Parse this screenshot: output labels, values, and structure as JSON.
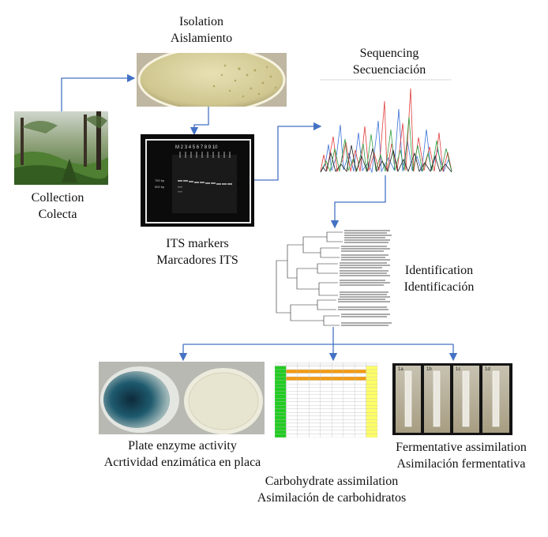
{
  "steps": {
    "isolation": {
      "en": "Isolation",
      "es": "Aislamiento"
    },
    "sequencing": {
      "en": "Sequencing",
      "es": "Secuenciación"
    },
    "collection": {
      "en": "Collection",
      "es": "Colecta"
    },
    "its": {
      "en": "ITS markers",
      "es": "Marcadores ITS"
    },
    "identification": {
      "en": "Identification",
      "es": "Identificación"
    },
    "plate": {
      "en": "Plate enzyme activity",
      "es": "Acrtividad enzimática en placa"
    },
    "fermentative": {
      "en": "Fermentative assimilation",
      "es": "Asimilación fermentativa"
    },
    "carbohydrate": {
      "en": "Carbohydrate assimilation",
      "es": "Asimilación de carbohidratos"
    }
  },
  "gel_lanes": [
    "M",
    "2",
    "3",
    "4",
    "5",
    "6",
    "7",
    "8",
    "9",
    "10"
  ],
  "gel_markers": [
    "750 bp",
    "500 bp"
  ],
  "tube_labels": [
    "1a",
    "1b",
    "1c",
    "1d"
  ],
  "colors": {
    "arrow": "#4472C4",
    "table_green": "#22cc22",
    "table_orange": "#f39c12",
    "table_yellow": "#ffff66"
  }
}
